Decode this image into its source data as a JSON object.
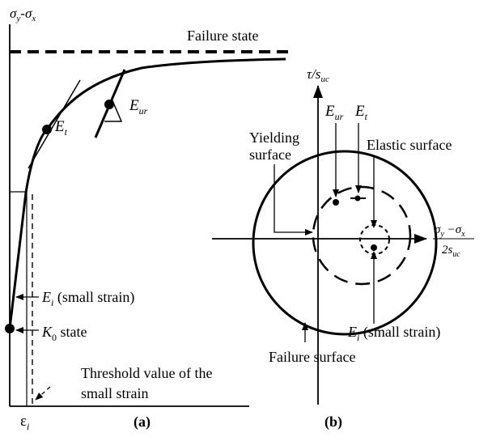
{
  "panel_a": {
    "y_axis_label_main": "σ",
    "y_axis_label_sub1": "y",
    "y_axis_label_dash": "-",
    "y_axis_label_main2": "σ",
    "y_axis_label_sub2": "x",
    "failure_state": "Failure state",
    "et_main": "E",
    "et_sub": "t",
    "eur_main": "E",
    "eur_sub": "ur",
    "ei_main": "E",
    "ei_sub": "i",
    "ei_rest": " (small strain)",
    "k0_main": "K",
    "k0_sub": "0",
    "k0_rest": " state",
    "threshold_line1": "Threshold value of the",
    "threshold_line2": "small strain",
    "x_label_main": "ε",
    "x_label_sub": "i",
    "caption": "(a)"
  },
  "panel_b": {
    "y_axis_label_main": "τ/s",
    "y_axis_label_sub": "uc",
    "eur_main": "E",
    "eur_sub": "ur",
    "et_main": "E",
    "et_sub": "t",
    "yielding_line1": "Yielding",
    "yielding_line2": "surface",
    "elastic": "Elastic surface",
    "x_num_s1": "σ",
    "x_num_sub1": "y",
    "x_num_minus": " −σ",
    "x_num_sub2": "x",
    "x_den": "2s",
    "x_den_sub": "uc",
    "ei_main": "E",
    "ei_sub": "i",
    "ei_rest": " (small strain)",
    "failure_surface": "Failure surface",
    "caption": "(b)"
  }
}
